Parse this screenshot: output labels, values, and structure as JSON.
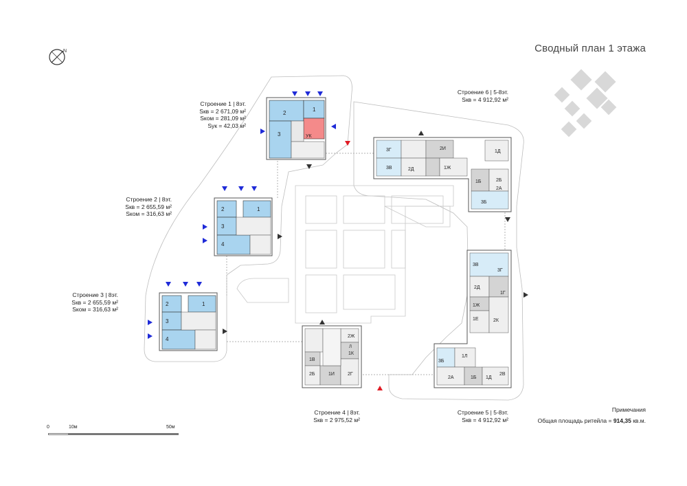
{
  "title": "Сводный план 1 этажа",
  "compass_letter": "N",
  "colors": {
    "apartment": "#a9d4ef",
    "apartment_light": "#d7ecf8",
    "commercial": "#9a9a9a",
    "commercial_light": "#d4d4d4",
    "management": "#f48a8a",
    "entrance_residential": "#1f2bd8",
    "entrance_commercial": "#333333",
    "entrance_service": "#e01b24",
    "line": "#9a9a9a"
  },
  "buildings": [
    {
      "lines": [
        "Строение 1 | 8эт.",
        "Sкв = 2 671,09 м²",
        "Sком = 281,09 м²",
        "Sук = 42,03 м²"
      ]
    },
    {
      "lines": [
        "Строение 2 | 8эт.",
        "Sкв = 2 655,59 м²",
        "Sком = 316,63 м²"
      ]
    },
    {
      "lines": [
        "Строение 3 | 8эт.",
        "Sкв = 2 655,59 м²",
        "Sком = 316,63 м²"
      ]
    },
    {
      "lines": [
        "Строение 4 | 8эт.",
        "Sкв = 2 975,52 м²"
      ]
    },
    {
      "lines": [
        "Строение 5 | 5-8эт.",
        "Sкв = 4 912,92 м²"
      ]
    },
    {
      "lines": [
        "Строение 6 | 5-8эт.",
        "Sкв = 4 912,92 м²"
      ]
    }
  ],
  "notes": {
    "heading": "Примечания",
    "retail_label": "Общая площадь ритейла",
    "retail_value": "914,35",
    "retail_unit": "кв.м."
  },
  "scale": {
    "start": "0",
    "mid": "10м",
    "end": "50м"
  },
  "unit_labels": {
    "b1": [
      "1",
      "2",
      "3",
      "УК"
    ],
    "b2": [
      "1",
      "2",
      "3",
      "4"
    ],
    "b3": [
      "1",
      "2",
      "3",
      "4"
    ],
    "b4": [
      "2Ж",
      "1К",
      "1В",
      "2Б",
      "1И",
      "2Г",
      "Л"
    ],
    "b5": [
      "1Л",
      "2А",
      "1Б",
      "1Д",
      "2В",
      "3Б"
    ],
    "b5v": [
      "3В",
      "3Г",
      "2Д",
      "1Г",
      "1Ж",
      "1Е",
      "2К"
    ],
    "b6": [
      "3Г",
      "2И",
      "3В",
      "2Д",
      "1Ж",
      "1Д",
      "2Б",
      "1Б",
      "2А",
      "3Б"
    ]
  }
}
